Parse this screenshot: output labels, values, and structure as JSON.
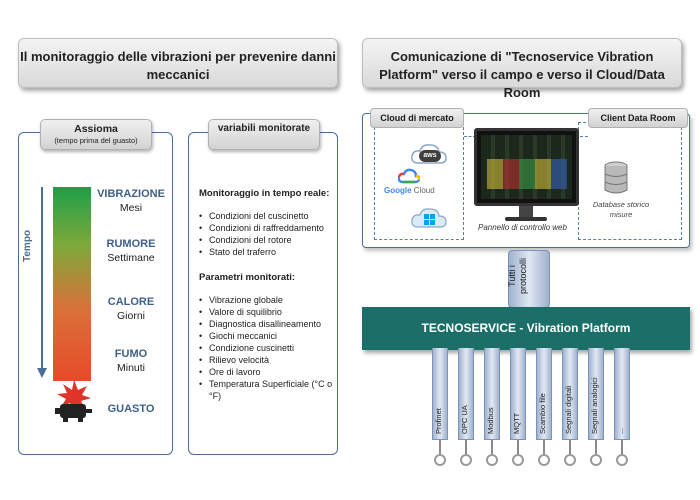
{
  "banners": {
    "left": "Il monitoraggio delle vibrazioni per prevenire danni meccanici",
    "right": "Comunicazione di \"Tecnoservice Vibration Platform\" verso il campo e verso il Cloud/Data Room"
  },
  "axis_panel": {
    "title": "Assioma",
    "subtitle": "(tempo prima del guasto)",
    "time_label": "Tempo",
    "stages": [
      {
        "name": "VIBRAZIONE",
        "time": "Mesi"
      },
      {
        "name": "RUMORE",
        "time": "Settimane"
      },
      {
        "name": "CALORE",
        "time": "Giorni"
      },
      {
        "name": "FUMO",
        "time": "Minuti"
      },
      {
        "name": "GUASTO",
        "time": ""
      }
    ]
  },
  "vars_panel": {
    "title": "variabili monitorate",
    "realtime_heading": "Monitoraggio in tempo reale:",
    "realtime_items": [
      "Condizioni del cuscinetto",
      "Condizioni di raffreddamento",
      "Condizioni del rotore",
      "Stato del traferro"
    ],
    "params_heading": "Parametri monitorati:",
    "params_items": [
      "Vibrazione globale",
      "Valore di squilibrio",
      "Diagnostica disallineamento",
      "Giochi meccanici",
      "Condizione cuscinetti",
      "Rilievo velocità",
      "Ore di lavoro",
      "Temperatura Superficiale (°C o °F)"
    ]
  },
  "cloud_panel": {
    "market_tab": "Cloud di mercato",
    "client_tab": "Client Data Room",
    "aws_label": "aws",
    "gcloud_prefix": "Google",
    "gcloud_suffix": " Cloud",
    "monitor_label": "Pannello di controllo web",
    "db_label": "Database storico misure"
  },
  "connector_label": "Tutti i protocolli",
  "platform_label": "TECNOSERVICE -  Vibration Platform",
  "protocols": [
    "Profinet",
    "OPC UA",
    "Modbus",
    "MQTT",
    "Scambio file",
    "Segnali digitali",
    "Segnali analogici",
    "..."
  ]
}
